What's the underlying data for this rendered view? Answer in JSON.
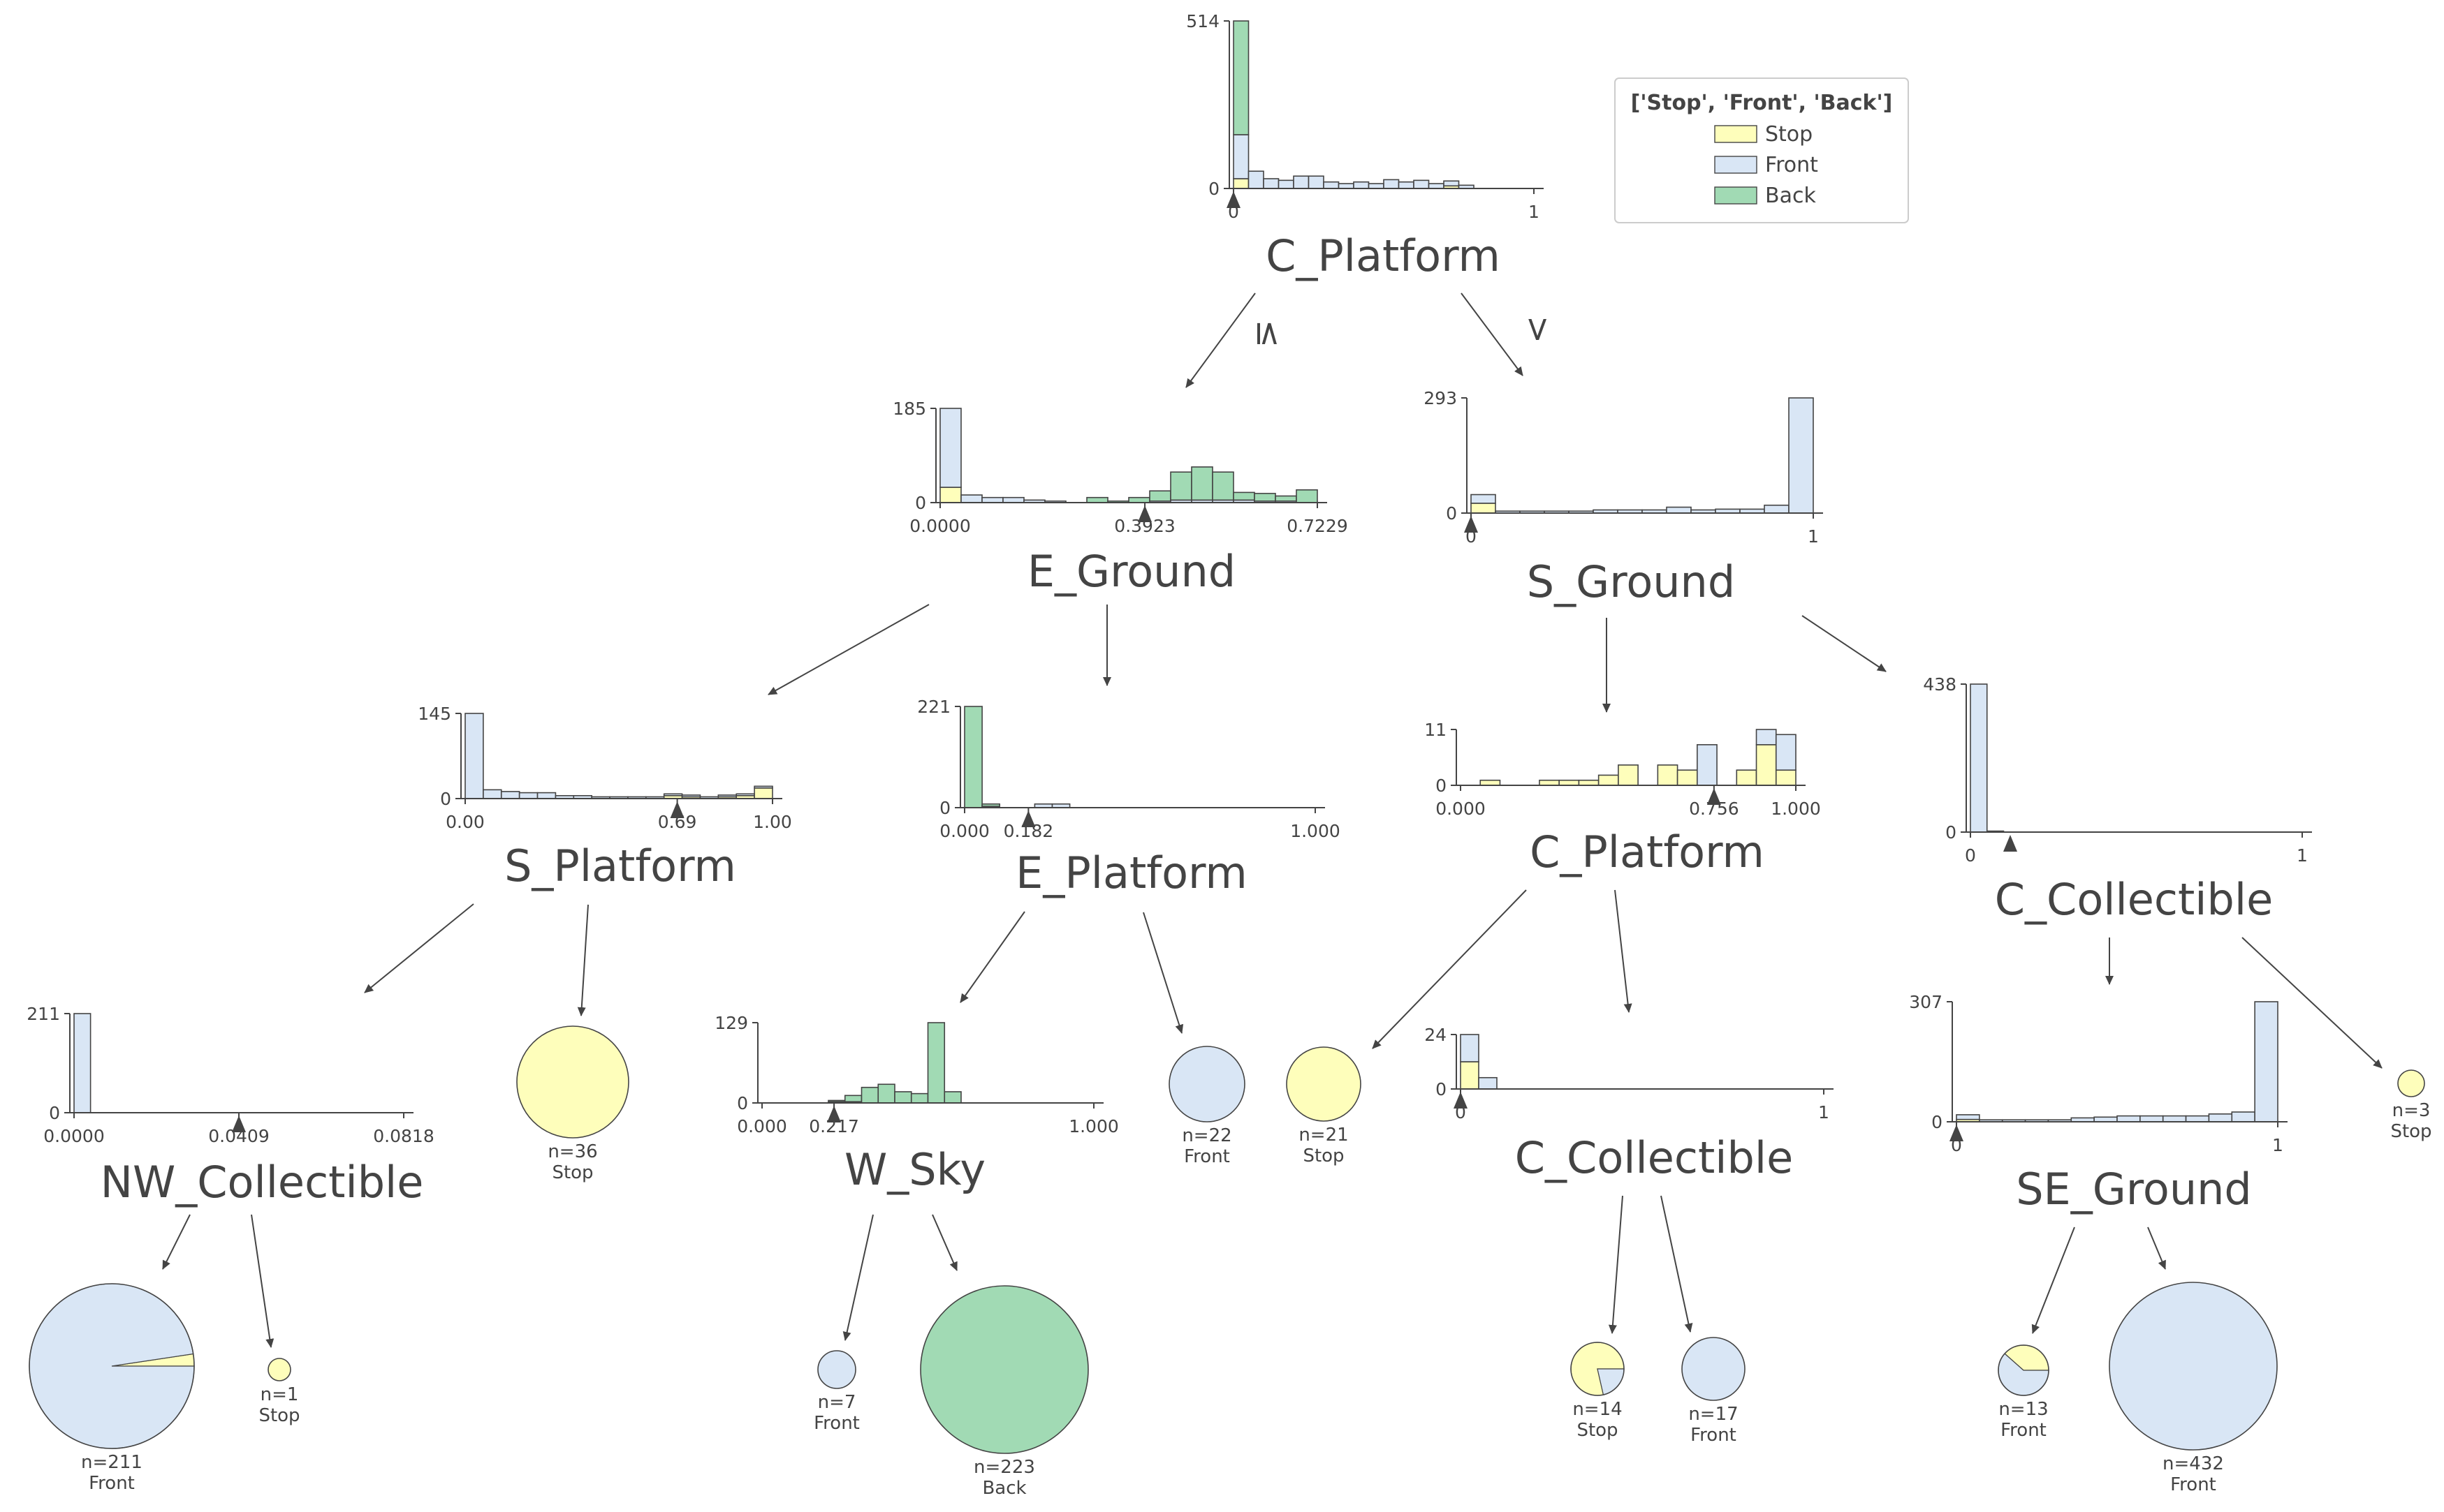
{
  "colors": {
    "stop": "#fefebb",
    "front": "#d9e6f5",
    "back": "#a1dab4",
    "ink": "#444444"
  },
  "legend": {
    "title": "['Stop', 'Front', 'Back']",
    "entries": [
      {
        "label": "Stop",
        "class": "stop"
      },
      {
        "label": "Front",
        "class": "front"
      },
      {
        "label": "Back",
        "class": "back"
      }
    ]
  },
  "edge_labels": {
    "left": "≤",
    "right": ">"
  },
  "nodes": [
    {
      "id": "root",
      "feature": "C_Platform",
      "yticks": [
        "514",
        "0"
      ],
      "xticks": [
        "0",
        "1"
      ],
      "split": 0.0,
      "bars": [
        [
          30,
          135,
          349
        ],
        [
          0,
          53,
          0
        ],
        [
          0,
          30,
          0
        ],
        [
          0,
          25,
          0
        ],
        [
          0,
          38,
          0
        ],
        [
          0,
          38,
          0
        ],
        [
          0,
          20,
          0
        ],
        [
          0,
          15,
          0
        ],
        [
          0,
          20,
          0
        ],
        [
          0,
          15,
          0
        ],
        [
          0,
          27,
          0
        ],
        [
          0,
          20,
          0
        ],
        [
          0,
          25,
          0
        ],
        [
          0,
          15,
          0
        ],
        [
          8,
          15,
          0
        ],
        [
          0,
          10,
          0
        ],
        [
          0,
          0,
          0
        ],
        [
          0,
          0,
          0
        ],
        [
          0,
          0,
          0
        ],
        [
          0,
          0,
          0
        ]
      ],
      "ymax": 514
    },
    {
      "id": "n_e_ground",
      "feature": "E_Ground",
      "yticks": [
        "185",
        "0"
      ],
      "xticks": [
        "0.0000",
        "0.3923",
        "0.7229"
      ],
      "split": 0.3923,
      "bars": [
        [
          30,
          155,
          0
        ],
        [
          0,
          15,
          0
        ],
        [
          0,
          10,
          0
        ],
        [
          0,
          10,
          0
        ],
        [
          0,
          5,
          0
        ],
        [
          0,
          3,
          0
        ],
        [
          0,
          0,
          0
        ],
        [
          0,
          0,
          10
        ],
        [
          0,
          0,
          3
        ],
        [
          0,
          0,
          10
        ],
        [
          0,
          3,
          20
        ],
        [
          0,
          5,
          55
        ],
        [
          0,
          5,
          65
        ],
        [
          0,
          5,
          55
        ],
        [
          0,
          5,
          15
        ],
        [
          0,
          3,
          15
        ],
        [
          0,
          3,
          10
        ],
        [
          0,
          0,
          25
        ]
      ],
      "ymax": 185
    },
    {
      "id": "n_s_ground",
      "feature": "S_Ground",
      "yticks": [
        "293",
        "0"
      ],
      "xticks": [
        "0",
        "1"
      ],
      "split": 0.0,
      "bars": [
        [
          25,
          22,
          0
        ],
        [
          0,
          5,
          0
        ],
        [
          0,
          5,
          0
        ],
        [
          0,
          5,
          0
        ],
        [
          0,
          5,
          0
        ],
        [
          0,
          8,
          0
        ],
        [
          0,
          8,
          0
        ],
        [
          0,
          8,
          0
        ],
        [
          0,
          15,
          0
        ],
        [
          0,
          8,
          0
        ],
        [
          0,
          10,
          0
        ],
        [
          0,
          10,
          0
        ],
        [
          0,
          20,
          0
        ],
        [
          0,
          293,
          0
        ]
      ],
      "ymax": 293
    },
    {
      "id": "n_s_platform",
      "feature": "S_Platform",
      "yticks": [
        "145",
        "0"
      ],
      "xticks": [
        "0.00",
        "0.69",
        "1.00"
      ],
      "split": 0.69,
      "bars": [
        [
          0,
          145,
          0
        ],
        [
          0,
          15,
          0
        ],
        [
          0,
          12,
          0
        ],
        [
          0,
          10,
          0
        ],
        [
          0,
          10,
          0
        ],
        [
          0,
          5,
          0
        ],
        [
          0,
          5,
          0
        ],
        [
          0,
          3,
          0
        ],
        [
          0,
          3,
          0
        ],
        [
          0,
          3,
          0
        ],
        [
          0,
          3,
          0
        ],
        [
          5,
          3,
          0
        ],
        [
          3,
          3,
          0
        ],
        [
          0,
          3,
          0
        ],
        [
          3,
          3,
          0
        ],
        [
          5,
          3,
          0
        ],
        [
          18,
          3,
          0
        ]
      ],
      "ymax": 145
    },
    {
      "id": "n_e_platform",
      "feature": "E_Platform",
      "yticks": [
        "221",
        "0"
      ],
      "xticks": [
        "0.000",
        "0.182",
        "1.000"
      ],
      "split": 0.182,
      "bars": [
        [
          0,
          0,
          221
        ],
        [
          0,
          3,
          5
        ],
        [
          0,
          0,
          0
        ],
        [
          0,
          0,
          0
        ],
        [
          0,
          8,
          0
        ],
        [
          0,
          8,
          0
        ],
        [
          0,
          0,
          0
        ],
        [
          0,
          0,
          0
        ],
        [
          0,
          0,
          0
        ],
        [
          0,
          0,
          0
        ],
        [
          0,
          0,
          0
        ],
        [
          0,
          0,
          0
        ],
        [
          0,
          0,
          0
        ],
        [
          0,
          0,
          0
        ],
        [
          0,
          0,
          0
        ],
        [
          0,
          0,
          0
        ],
        [
          0,
          0,
          0
        ],
        [
          0,
          0,
          0
        ],
        [
          0,
          0,
          0
        ],
        [
          0,
          0,
          0
        ]
      ],
      "ymax": 221
    },
    {
      "id": "n_c_platform2",
      "feature": "C_Platform",
      "yticks": [
        "11",
        "0"
      ],
      "xticks": [
        "0.000",
        "0.756",
        "1.000"
      ],
      "split": 0.756,
      "bars": [
        [
          0,
          0,
          0
        ],
        [
          1,
          0,
          0
        ],
        [
          0,
          0,
          0
        ],
        [
          0,
          0,
          0
        ],
        [
          1,
          0,
          0
        ],
        [
          1,
          0,
          0
        ],
        [
          1,
          0,
          0
        ],
        [
          2,
          0,
          0
        ],
        [
          4,
          0,
          0
        ],
        [
          0,
          0,
          0
        ],
        [
          4,
          0,
          0
        ],
        [
          3,
          0,
          0
        ],
        [
          0,
          8,
          0
        ],
        [
          0,
          0,
          0
        ],
        [
          3,
          0,
          0
        ],
        [
          8,
          3,
          0
        ],
        [
          3,
          7,
          0
        ]
      ],
      "ymax": 11
    },
    {
      "id": "n_c_collectible",
      "feature": "C_Collectible",
      "yticks": [
        "438",
        "0"
      ],
      "xticks": [
        "0",
        "1"
      ],
      "split": 0.12,
      "bars": [
        [
          0,
          438,
          0
        ],
        [
          0,
          3,
          0
        ],
        [
          0,
          0,
          0
        ],
        [
          0,
          0,
          0
        ],
        [
          0,
          0,
          0
        ],
        [
          0,
          0,
          0
        ],
        [
          0,
          0,
          0
        ],
        [
          0,
          0,
          0
        ],
        [
          0,
          0,
          0
        ],
        [
          0,
          0,
          0
        ],
        [
          0,
          0,
          0
        ],
        [
          0,
          0,
          0
        ],
        [
          0,
          0,
          0
        ],
        [
          0,
          0,
          0
        ],
        [
          0,
          0,
          0
        ],
        [
          0,
          0,
          0
        ],
        [
          0,
          0,
          0
        ],
        [
          0,
          0,
          0
        ],
        [
          0,
          0,
          0
        ],
        [
          0,
          0,
          0
        ]
      ],
      "ymax": 438
    },
    {
      "id": "n_nw_collectible",
      "feature": "NW_Collectible",
      "yticks": [
        "211",
        "0"
      ],
      "xticks": [
        "0.0000",
        "0.0409",
        "0.0818"
      ],
      "split": 0.0409,
      "bars": [
        [
          0,
          211,
          0
        ],
        [
          0,
          0,
          0
        ],
        [
          0,
          0,
          0
        ],
        [
          0,
          0,
          0
        ],
        [
          0,
          0,
          0
        ],
        [
          0,
          0,
          0
        ],
        [
          0,
          0,
          0
        ],
        [
          0,
          0,
          0
        ],
        [
          0,
          0,
          0
        ],
        [
          0,
          0,
          0
        ],
        [
          0,
          0,
          0
        ],
        [
          0,
          0,
          0
        ],
        [
          0,
          0,
          0
        ],
        [
          0,
          0,
          0
        ],
        [
          0,
          0,
          0
        ],
        [
          0,
          0,
          0
        ],
        [
          0,
          0,
          0
        ],
        [
          0,
          0,
          0
        ],
        [
          0,
          0,
          0
        ],
        [
          0,
          0,
          0
        ]
      ],
      "ymax": 211
    },
    {
      "id": "n_w_sky",
      "feature": "W_Sky",
      "yticks": [
        "129",
        "0"
      ],
      "xticks": [
        "0.000",
        "0.217",
        "1.000"
      ],
      "split": 0.217,
      "bars": [
        [
          0,
          0,
          0
        ],
        [
          0,
          0,
          0
        ],
        [
          0,
          0,
          0
        ],
        [
          0,
          0,
          0
        ],
        [
          0,
          2,
          2
        ],
        [
          0,
          2,
          10
        ],
        [
          0,
          0,
          25
        ],
        [
          0,
          0,
          30
        ],
        [
          0,
          0,
          18
        ],
        [
          0,
          0,
          15
        ],
        [
          0,
          0,
          129
        ],
        [
          0,
          0,
          18
        ],
        [
          0,
          0,
          0
        ],
        [
          0,
          0,
          0
        ],
        [
          0,
          0,
          0
        ],
        [
          0,
          0,
          0
        ],
        [
          0,
          0,
          0
        ],
        [
          0,
          0,
          0
        ],
        [
          0,
          0,
          0
        ],
        [
          0,
          0,
          0
        ]
      ],
      "ymax": 129
    },
    {
      "id": "n_c_collectible2",
      "feature": "C_Collectible",
      "yticks": [
        "24",
        "0"
      ],
      "xticks": [
        "0",
        "1"
      ],
      "split": 0.0,
      "bars": [
        [
          12,
          12,
          0
        ],
        [
          0,
          5,
          0
        ],
        [
          0,
          0,
          0
        ],
        [
          0,
          0,
          0
        ],
        [
          0,
          0,
          0
        ],
        [
          0,
          0,
          0
        ],
        [
          0,
          0,
          0
        ],
        [
          0,
          0,
          0
        ],
        [
          0,
          0,
          0
        ],
        [
          0,
          0,
          0
        ],
        [
          0,
          0,
          0
        ],
        [
          0,
          0,
          0
        ],
        [
          0,
          0,
          0
        ],
        [
          0,
          0,
          0
        ],
        [
          0,
          0,
          0
        ],
        [
          0,
          0,
          0
        ],
        [
          0,
          0,
          0
        ],
        [
          0,
          0,
          0
        ],
        [
          0,
          0,
          0
        ],
        [
          0,
          0,
          0
        ]
      ],
      "ymax": 24
    },
    {
      "id": "n_se_ground",
      "feature": "SE_Ground",
      "yticks": [
        "307",
        "0"
      ],
      "xticks": [
        "0",
        "1"
      ],
      "split": 0.0,
      "bars": [
        [
          6,
          12,
          0
        ],
        [
          0,
          5,
          0
        ],
        [
          0,
          5,
          0
        ],
        [
          0,
          5,
          0
        ],
        [
          0,
          5,
          0
        ],
        [
          0,
          10,
          0
        ],
        [
          0,
          12,
          0
        ],
        [
          0,
          15,
          0
        ],
        [
          0,
          15,
          0
        ],
        [
          0,
          15,
          0
        ],
        [
          0,
          15,
          0
        ],
        [
          0,
          20,
          0
        ],
        [
          0,
          25,
          0
        ],
        [
          0,
          307,
          0
        ]
      ],
      "ymax": 307
    }
  ],
  "leaves": [
    {
      "id": "leaf_stop36",
      "n_label": "n=36",
      "class_label": "Stop",
      "counts": [
        36,
        0,
        0
      ]
    },
    {
      "id": "leaf_front22",
      "n_label": "n=22",
      "class_label": "Front",
      "counts": [
        0,
        22,
        0
      ]
    },
    {
      "id": "leaf_stop21",
      "n_label": "n=21",
      "class_label": "Stop",
      "counts": [
        21,
        0,
        0
      ]
    },
    {
      "id": "leaf_stop3",
      "n_label": "n=3",
      "class_label": "Stop",
      "counts": [
        3,
        0,
        0
      ]
    },
    {
      "id": "leaf_front211",
      "n_label": "n=211",
      "class_label": "Front",
      "counts": [
        5,
        206,
        0
      ]
    },
    {
      "id": "leaf_stop1",
      "n_label": "n=1",
      "class_label": "Stop",
      "counts": [
        1,
        0,
        0
      ]
    },
    {
      "id": "leaf_front7",
      "n_label": "n=7",
      "class_label": "Front",
      "counts": [
        0,
        7,
        0
      ]
    },
    {
      "id": "leaf_back223",
      "n_label": "n=223",
      "class_label": "Back",
      "counts": [
        0,
        0,
        223
      ]
    },
    {
      "id": "leaf_stop14",
      "n_label": "n=14",
      "class_label": "Stop",
      "counts": [
        11,
        3,
        0
      ]
    },
    {
      "id": "leaf_front17",
      "n_label": "n=17",
      "class_label": "Front",
      "counts": [
        0,
        17,
        0
      ]
    },
    {
      "id": "leaf_front13",
      "n_label": "n=13",
      "class_label": "Front",
      "counts": [
        5,
        8,
        0
      ]
    },
    {
      "id": "leaf_front432",
      "n_label": "n=432",
      "class_label": "Front",
      "counts": [
        0,
        432,
        0
      ]
    }
  ]
}
